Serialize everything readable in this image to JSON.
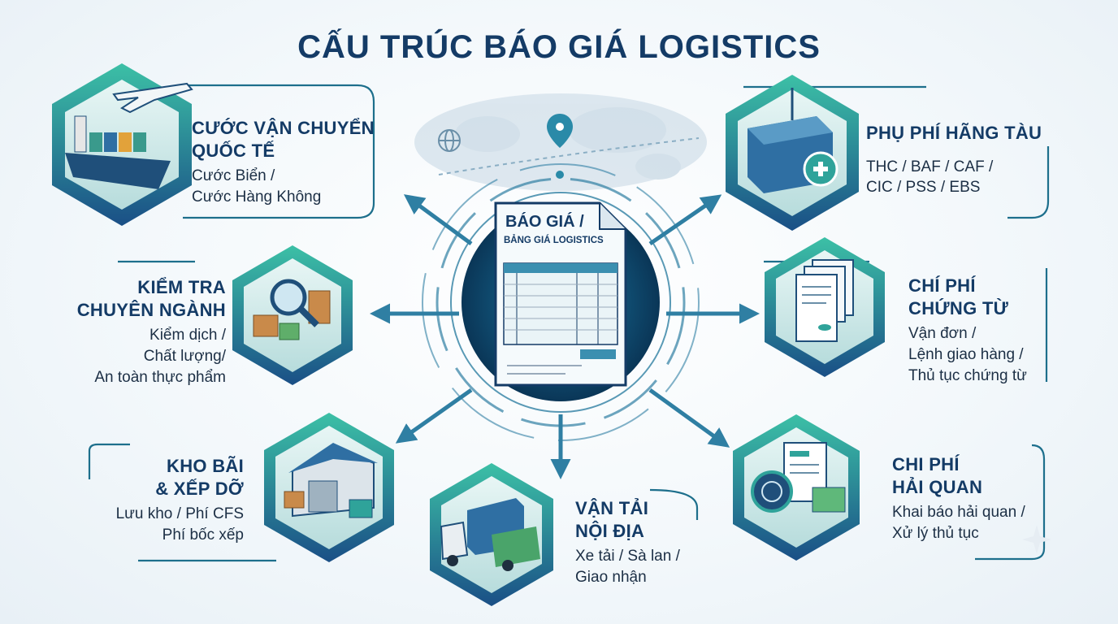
{
  "title": "CẤU TRÚC BÁO GIÁ LOGISTICS",
  "center": {
    "title": "BÁO GIÁ /",
    "subtitle": "BẢNG GIÁ LOGISTICS"
  },
  "nodes": [
    {
      "id": "international-freight",
      "title_1": "CƯỚC VẬN CHUYỂN",
      "title_2": "QUỐC TẾ",
      "line_1": "Cước Biển /",
      "line_2": "Cước Hàng Không",
      "icon": "ship-plane-icon"
    },
    {
      "id": "carrier-surcharges",
      "title_1": "PHỤ PHÍ HÃNG TÀU",
      "line_1": "THC / BAF / CAF /",
      "line_2": "CIC / PSS / EBS",
      "icon": "container-plus-icon"
    },
    {
      "id": "specialized-inspection",
      "title_1": "KIỂM TRA",
      "title_2": "CHUYÊN NGÀNH",
      "line_1": "Kiểm dịch /",
      "line_2": "Chất lượng/",
      "line_3": "An toàn thực phẩm",
      "icon": "magnifier-boxes-icon"
    },
    {
      "id": "document-fees",
      "title_1": "CHÍ PHÍ",
      "title_2": "CHỨNG TỪ",
      "line_1": "Vận đơn /",
      "line_2": "Lệnh giao hàng /",
      "line_3": "Thủ tục chứng từ",
      "icon": "documents-icon"
    },
    {
      "id": "warehousing",
      "title_1": "KHO BÃI",
      "title_2": "& XẾP DỠ",
      "line_1": "Lưu kho / Phí CFS",
      "line_2": "Phí bốc xếp",
      "icon": "warehouse-forklift-icon"
    },
    {
      "id": "inland-transport",
      "title_1": "VẬN TẢI",
      "title_2": "NỘI ĐỊA",
      "line_1": "Xe tải / Sà lan /",
      "line_2": "Giao nhận",
      "icon": "truck-container-icon"
    },
    {
      "id": "customs",
      "title_1": "CHI PHÍ",
      "title_2": "HẢI QUAN",
      "line_1": "Khai báo hải quan /",
      "line_2": "Xử lý thủ tục",
      "icon": "customs-seal-icon"
    }
  ],
  "colors": {
    "navy": "#143b66",
    "teal": "#2fa39a",
    "deep": "#0f4a6e"
  }
}
